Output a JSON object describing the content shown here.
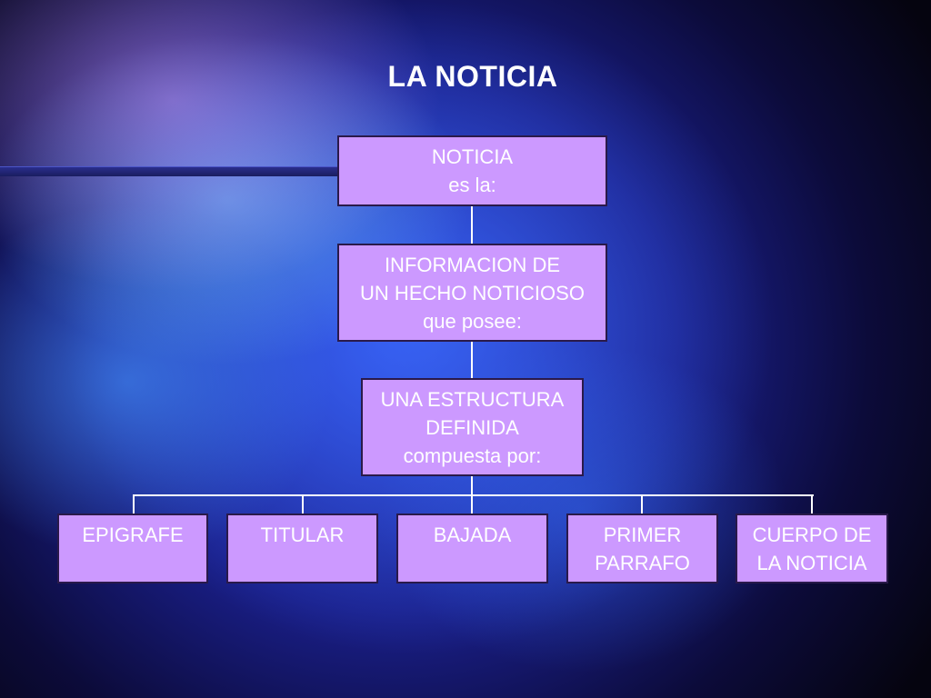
{
  "slide": {
    "title": "LA NOTICIA"
  },
  "diagram": {
    "root": {
      "line1": "NOTICIA",
      "line2": "es la:"
    },
    "level2": {
      "line1": "INFORMACION DE",
      "line2": "UN HECHO NOTICIOSO",
      "line3": "que posee:"
    },
    "level3": {
      "line1": "UNA ESTRUCTURA",
      "line2": "DEFINIDA",
      "line3": "compuesta por:"
    },
    "parts": [
      {
        "line1": "EPIGRAFE",
        "line2": ""
      },
      {
        "line1": "TITULAR",
        "line2": ""
      },
      {
        "line1": "BAJADA",
        "line2": ""
      },
      {
        "line1": "PRIMER",
        "line2": "PARRAFO"
      },
      {
        "line1": "CUERPO DE",
        "line2": "LA NOTICIA"
      }
    ]
  },
  "colors": {
    "box_fill": "#cc99ff",
    "box_text": "#ffffff",
    "connector": "#ffffff"
  }
}
